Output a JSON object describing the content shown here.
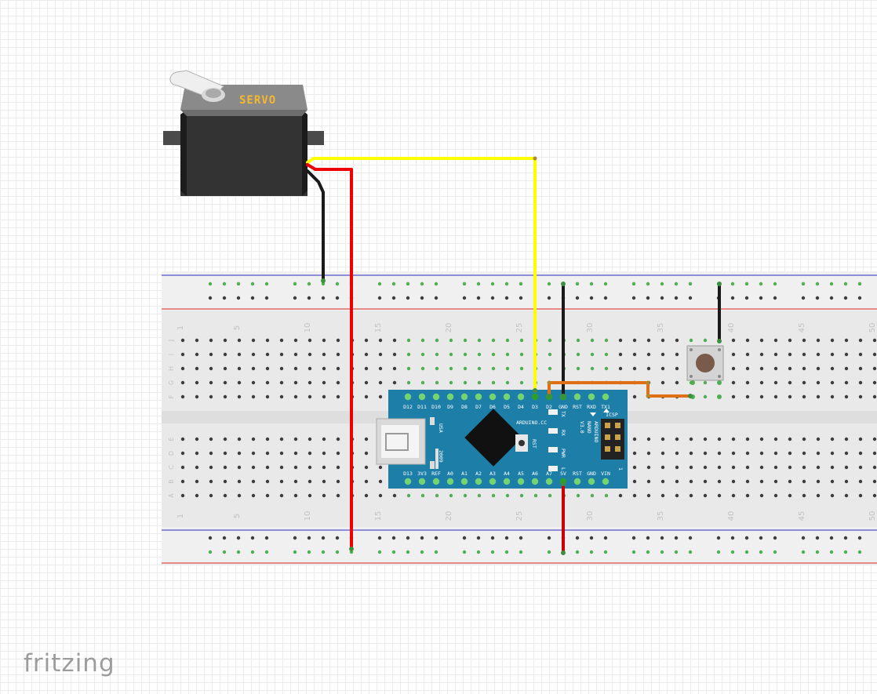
{
  "servo": {
    "label": "SERVO"
  },
  "nano": {
    "top_pins": [
      "D12",
      "D11",
      "D10",
      "D9",
      "D8",
      "D7",
      "D6",
      "D5",
      "D4",
      "D3",
      "D2",
      "GND",
      "RST",
      "RXD",
      "TX1"
    ],
    "bottom_pins": [
      "D13",
      "3V3",
      "REF",
      "A0",
      "A1",
      "A2",
      "A3",
      "A4",
      "A5",
      "A6",
      "A7",
      "5V",
      "RST",
      "GND",
      "VIN"
    ],
    "side_label_usb": "USA",
    "chip_label": "2009",
    "brand_label": "ARDUINO.CC",
    "rst_label": "RST",
    "led_labels": [
      "TX",
      "RX",
      "PWR",
      "L"
    ],
    "model_lines": [
      "ARDUINO",
      "NANO",
      "V3.0"
    ],
    "icsp_label": "ICSP",
    "icsp_pin1": "1"
  },
  "breadboard": {
    "column_numbers": [
      "1",
      "5",
      "10",
      "15",
      "20",
      "25",
      "30",
      "35",
      "40",
      "45",
      "50"
    ],
    "rows_top": [
      "J",
      "I",
      "H",
      "G",
      "F"
    ],
    "rows_bottom": [
      "E",
      "D",
      "C",
      "B",
      "A"
    ]
  },
  "wires": [
    {
      "name": "servo-signal-to-d3",
      "color": "#ffff00"
    },
    {
      "name": "servo-power-to-5v-rail",
      "color": "#ee0000"
    },
    {
      "name": "servo-ground-to-gnd-rail",
      "color": "#1a1a1a"
    },
    {
      "name": "gnd-pin-to-top-rail",
      "color": "#1a1a1a"
    },
    {
      "name": "d2-to-pushbutton",
      "color": "#e07015"
    },
    {
      "name": "5v-pin-to-bottom-rail",
      "color": "#cc0000"
    },
    {
      "name": "pushbutton-to-gnd-rail",
      "color": "#1a1a1a"
    }
  ],
  "branding": {
    "app_name": "fritzing"
  }
}
